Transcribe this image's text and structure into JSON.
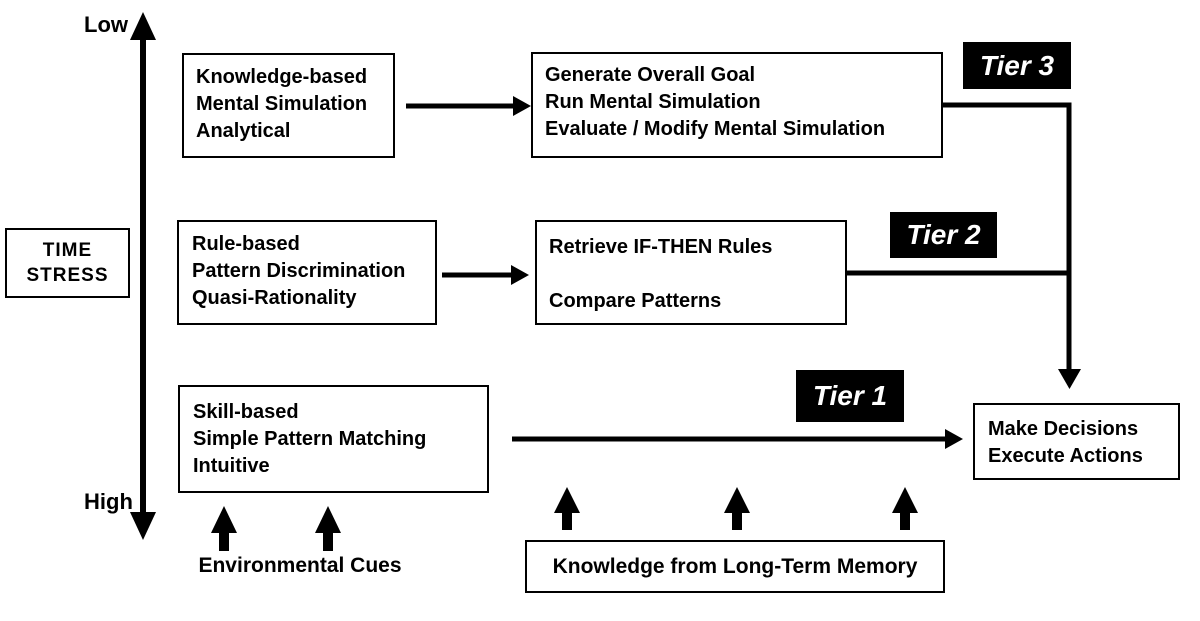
{
  "axis": {
    "low": "Low",
    "high": "High",
    "title_lines": [
      "TIME",
      "STRESS"
    ]
  },
  "tier_labels": {
    "tier3": "Tier 3",
    "tier2": "Tier 2",
    "tier1": "Tier 1"
  },
  "boxes": {
    "knowledge": {
      "lines": [
        "Knowledge-based",
        "Mental Simulation",
        "Analytical"
      ]
    },
    "mental_simulation_process": {
      "lines": [
        "Generate Overall Goal",
        "Run Mental Simulation",
        "Evaluate / Modify Mental Simulation"
      ]
    },
    "rule": {
      "lines": [
        "Rule-based",
        "Pattern Discrimination",
        "Quasi-Rationality"
      ]
    },
    "retrieve": {
      "lines": [
        "Retrieve IF-THEN Rules",
        "",
        "Compare Patterns"
      ]
    },
    "skill": {
      "lines": [
        "Skill-based",
        "Simple Pattern Matching",
        "Intuitive"
      ]
    },
    "decisions": {
      "lines": [
        "Make Decisions",
        "Execute Actions"
      ]
    },
    "memory": {
      "label": "Knowledge from Long-Term Memory"
    }
  },
  "labels": {
    "environmental_cues": "Environmental Cues"
  },
  "colors": {
    "ink": "#000000",
    "paper": "#ffffff",
    "tier_bg": "#000000",
    "tier_text": "#ffffff"
  }
}
